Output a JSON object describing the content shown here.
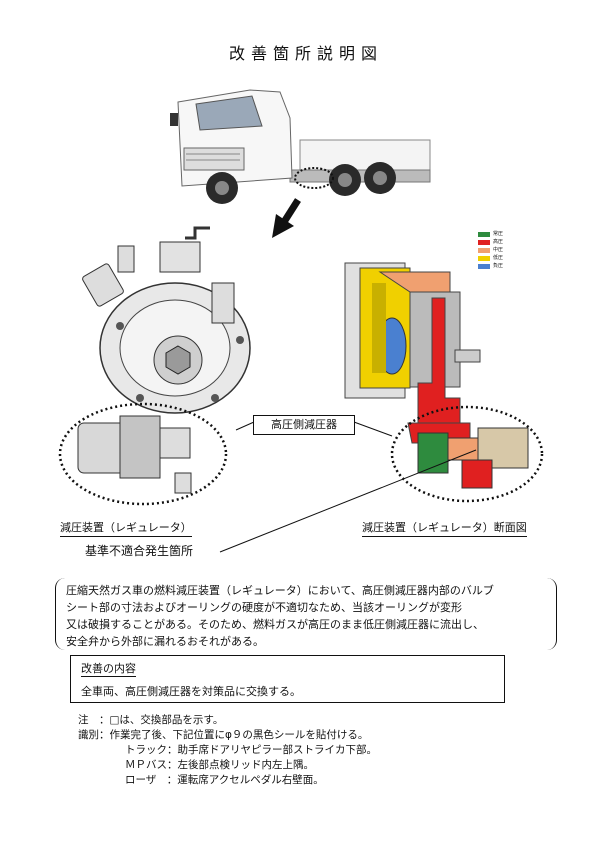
{
  "title": "改善箇所説明図",
  "labels": {
    "high_pressure_reducer": "高圧側減圧器",
    "left_caption": "減圧装置（レギュレータ）",
    "right_caption": "減圧装置（レギュレータ）断面図",
    "defect_location": "基準不適合発生箇所"
  },
  "legend": [
    {
      "label": "常圧",
      "color": "#2e8b3e"
    },
    {
      "label": "高圧",
      "color": "#e02020"
    },
    {
      "label": "中圧",
      "color": "#f0a070"
    },
    {
      "label": "低圧",
      "color": "#f0d000"
    },
    {
      "label": "負圧",
      "color": "#4a80d0"
    }
  ],
  "description": {
    "line1": "圧縮天然ガス車の燃料減圧装置（レギュレータ）において、高圧側減圧器内部のバルブ",
    "line2": "シート部の寸法およびオーリングの硬度が不適切なため、当該オーリングが変形",
    "line3": "又は破損することがある。そのため、燃料ガスが高圧のまま低圧側減圧器に流出し、",
    "line4": "安全弁から外部に漏れるおそれがある。"
  },
  "improvement": {
    "heading": "改善の内容",
    "text": "全車両、高圧側減圧器を対策品に交換する。"
  },
  "notes": {
    "note_label": "注",
    "note_text": "：□は、交換部品を示す。",
    "id_label": "識別",
    "id_text": "：作業完了後、下記位置にφ９の黒色シールを貼付ける。",
    "truck": "トラック：助手席ドアリヤピラー部ストライカ下部。",
    "mp_bus": "ＭＰバス：左後部点検リッド内左上隅。",
    "rosa": "ローザ　：運転席アクセルペダル右壁面。"
  }
}
